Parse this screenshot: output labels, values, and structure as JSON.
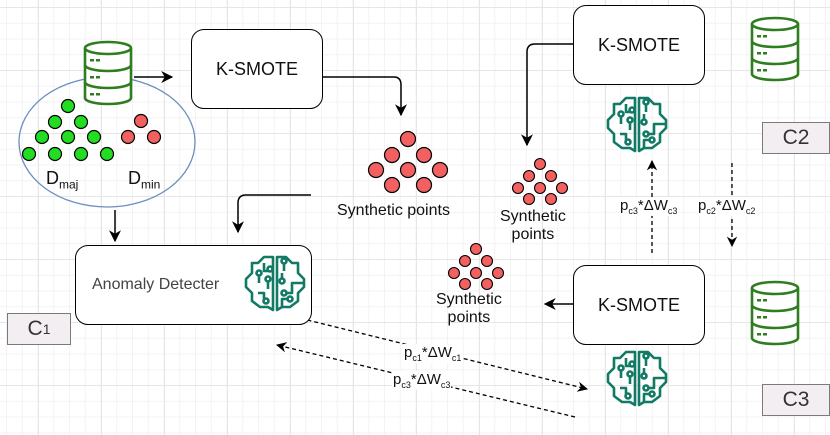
{
  "diagram": {
    "clients": [
      {
        "id": "c1",
        "label": "C",
        "subscript": "1"
      },
      {
        "id": "c2",
        "label": "C2"
      },
      {
        "id": "c3",
        "label": "C3"
      }
    ],
    "ksmote_boxes": [
      {
        "id": "ksmote-c1",
        "label": "K-SMOTE"
      },
      {
        "id": "ksmote-c2",
        "label": "K-SMOTE"
      },
      {
        "id": "ksmote-c3",
        "label": "K-SMOTE"
      }
    ],
    "anomaly_detector": {
      "label": "Anomaly Detecter"
    },
    "dataset": {
      "majority_label": "D",
      "majority_sub": "maj",
      "minority_label": "D",
      "minority_sub": "min"
    },
    "synthetic_labels": {
      "c1": "Synthetic points",
      "c2_line1": "Synthetic",
      "c2_line2": "points",
      "c3_line1": "Synthetic",
      "c3_line2": "points"
    },
    "weight_updates": [
      {
        "id": "w-c3-up",
        "p": "p",
        "p_sub": "c3",
        "mult": "*ΔW",
        "w_sub": "c3"
      },
      {
        "id": "w-c2-down",
        "p": "p",
        "p_sub": "c2",
        "mult": "*ΔW",
        "w_sub": "c2"
      },
      {
        "id": "w-c1",
        "p": "p",
        "p_sub": "c1",
        "mult": "*ΔW",
        "w_sub": "c1"
      },
      {
        "id": "w-c3-left",
        "p": "p",
        "p_sub": "c3",
        "mult": "*ΔW",
        "w_sub": "c3"
      }
    ],
    "colors": {
      "majority": "#22dd22",
      "minority": "#f26060",
      "database": "#2e7d1e",
      "brain": "#117a65",
      "ellipse": "#6c8ebf"
    },
    "icons": [
      "database-icon",
      "brain-icon"
    ]
  }
}
